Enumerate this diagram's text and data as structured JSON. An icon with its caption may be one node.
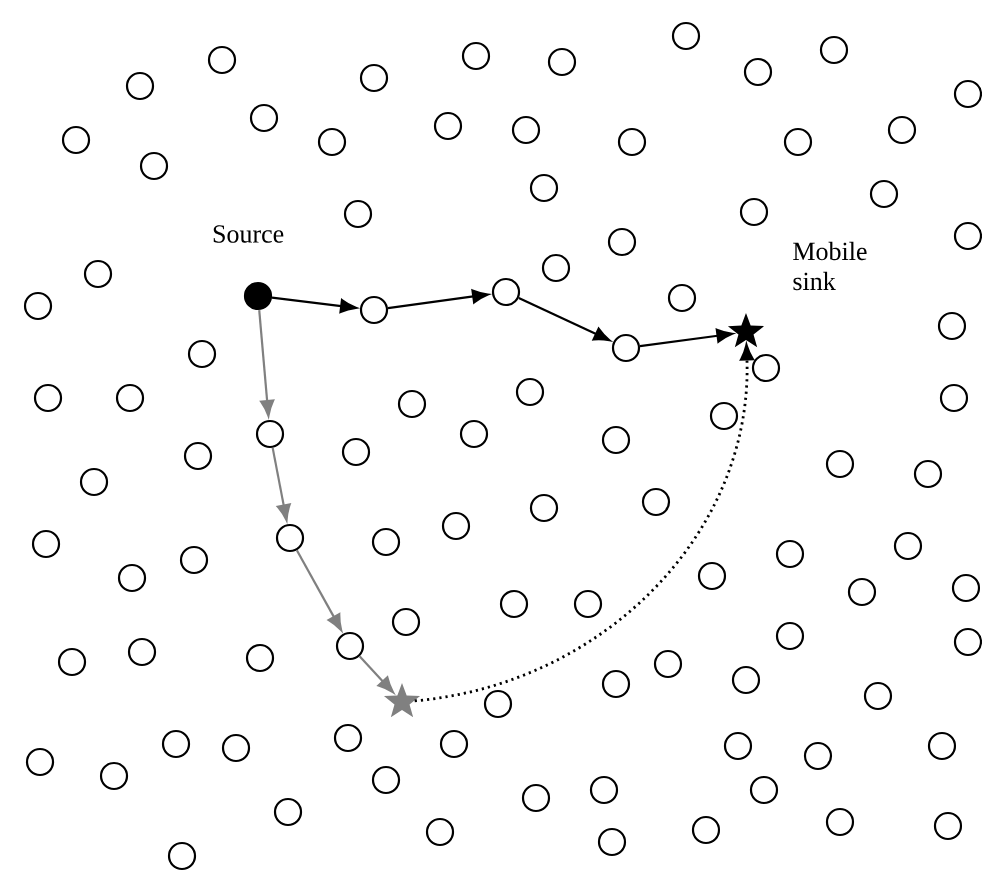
{
  "diagram": {
    "nodes": [
      {
        "text": [],
        "shape": "circle"
      },
      {
        "text": [],
        "shape": "circle"
      },
      {
        "text": [],
        "shape": "circle"
      },
      {
        "text": [],
        "shape": "circle"
      },
      {
        "text": [],
        "shape": "circle"
      },
      {
        "text": [],
        "shape": "circle"
      },
      {
        "text": [],
        "shape": "circle"
      },
      {
        "text": [],
        "shape": "circle"
      },
      {
        "text": [],
        "shape": "circle"
      },
      {
        "text": [],
        "shape": "circle"
      },
      {
        "text": [],
        "shape": "circle"
      },
      {
        "text": [],
        "shape": "circle"
      },
      {
        "text": [],
        "shape": "circle"
      },
      {
        "text": [],
        "shape": "circle"
      },
      {
        "text": [],
        "shape": "circle"
      },
      {
        "text": [],
        "shape": "circle"
      },
      {
        "text": [],
        "shape": "circle"
      },
      {
        "text": [],
        "shape": "circle"
      },
      {
        "text": [],
        "shape": "circle"
      },
      {
        "text": [],
        "shape": "circle"
      },
      {
        "text": [],
        "shape": "circle"
      },
      {
        "text": [],
        "shape": "circle"
      },
      {
        "text": [],
        "shape": "circle"
      },
      {
        "text": [],
        "shape": "circle"
      },
      {
        "text": [],
        "shape": "circle"
      },
      {
        "text": [],
        "shape": "circle"
      },
      {
        "text": [],
        "shape": "circle"
      },
      {
        "text": [],
        "shape": "circle",
        "beside": [
          "Source"
        ]
      },
      {
        "text": [],
        "shape": "circle"
      },
      {
        "text": [],
        "shape": "circle"
      },
      {
        "text": [],
        "shape": "circle"
      },
      {
        "text": [],
        "shape": "circle"
      },
      {
        "text": [],
        "shape": "star",
        "beside": [
          "Mobile sink"
        ]
      },
      {
        "text": [],
        "shape": "circle"
      },
      {
        "text": [],
        "shape": "circle"
      },
      {
        "text": [],
        "shape": "circle"
      },
      {
        "text": [],
        "shape": "circle"
      },
      {
        "text": [],
        "shape": "circle"
      },
      {
        "text": [],
        "shape": "circle"
      },
      {
        "text": [],
        "shape": "circle"
      },
      {
        "text": [],
        "shape": "circle"
      },
      {
        "text": [],
        "shape": "circle"
      },
      {
        "text": [],
        "shape": "circle"
      },
      {
        "text": [],
        "shape": "circle"
      },
      {
        "text": [],
        "shape": "circle"
      },
      {
        "text": [],
        "shape": "circle"
      },
      {
        "text": [],
        "shape": "circle"
      },
      {
        "text": [],
        "shape": "circle"
      },
      {
        "text": [],
        "shape": "circle"
      },
      {
        "text": [],
        "shape": "circle"
      },
      {
        "text": [],
        "shape": "circle"
      },
      {
        "text": [],
        "shape": "circle"
      },
      {
        "text": [],
        "shape": "circle"
      },
      {
        "text": [],
        "shape": "circle"
      },
      {
        "text": [],
        "shape": "circle"
      },
      {
        "text": [],
        "shape": "circle"
      },
      {
        "text": [],
        "shape": "circle"
      },
      {
        "text": [],
        "shape": "circle"
      },
      {
        "text": [],
        "shape": "circle"
      },
      {
        "text": [],
        "shape": "circle"
      },
      {
        "text": [],
        "shape": "circle"
      },
      {
        "text": [],
        "shape": "circle"
      },
      {
        "text": [],
        "shape": "circle"
      },
      {
        "text": [],
        "shape": "circle"
      },
      {
        "text": [],
        "shape": "circle"
      },
      {
        "text": [],
        "shape": "circle"
      },
      {
        "text": [],
        "shape": "circle"
      },
      {
        "text": [],
        "shape": "circle"
      },
      {
        "text": [],
        "shape": "circle"
      },
      {
        "text": [],
        "shape": "circle"
      },
      {
        "text": [],
        "shape": "circle"
      },
      {
        "text": [],
        "shape": "circle"
      },
      {
        "text": [],
        "shape": "circle"
      },
      {
        "text": [],
        "shape": "circle"
      },
      {
        "text": [],
        "shape": "circle"
      },
      {
        "text": [],
        "shape": "circle"
      },
      {
        "text": [],
        "shape": "star"
      },
      {
        "text": [],
        "shape": "circle"
      },
      {
        "text": [],
        "shape": "circle"
      },
      {
        "text": [],
        "shape": "circle"
      },
      {
        "text": [],
        "shape": "circle"
      },
      {
        "text": [],
        "shape": "circle"
      },
      {
        "text": [],
        "shape": "circle"
      },
      {
        "text": [],
        "shape": "circle"
      },
      {
        "text": [],
        "shape": "circle"
      },
      {
        "text": [],
        "shape": "circle"
      },
      {
        "text": [],
        "shape": "circle"
      },
      {
        "text": [],
        "shape": "circle"
      },
      {
        "text": [],
        "shape": "circle"
      },
      {
        "text": [],
        "shape": "circle"
      },
      {
        "text": [],
        "shape": "circle"
      },
      {
        "text": [],
        "shape": "circle"
      },
      {
        "text": [],
        "shape": "circle"
      },
      {
        "text": [],
        "shape": "circle"
      },
      {
        "text": [],
        "shape": "circle"
      },
      {
        "text": [],
        "shape": "circle"
      },
      {
        "text": [],
        "shape": "circle"
      },
      {
        "text": [],
        "shape": "circle"
      }
    ],
    "edges": [
      {
        "from": 27,
        "to": 30,
        "arrow": "to"
      },
      {
        "from": 30,
        "to": 26,
        "arrow": "to"
      },
      {
        "from": 26,
        "to": 33,
        "arrow": "to"
      },
      {
        "from": 33,
        "to": 32,
        "arrow": "to"
      },
      {
        "from": 27,
        "to": 42,
        "arrow": "to",
        "color": "#808080"
      },
      {
        "from": 42,
        "to": 53,
        "arrow": "to",
        "color": "#808080"
      },
      {
        "from": 53,
        "to": 68,
        "arrow": "to",
        "color": "#808080"
      },
      {
        "from": 68,
        "to": 76,
        "arrow": "to",
        "color": "#808080"
      },
      {
        "from": 76,
        "to": 32,
        "arrow": "to",
        "style": "dashed"
      }
    ]
  }
}
